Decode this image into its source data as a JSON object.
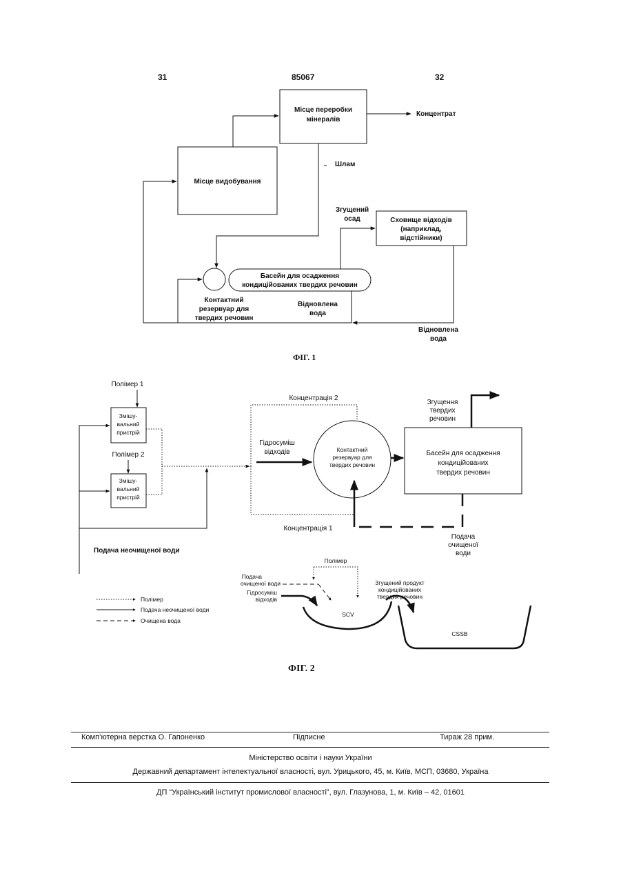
{
  "header": {
    "page_left": "31",
    "patent_no": "85067",
    "page_right": "32"
  },
  "fig1": {
    "processing": [
      "Місце переробки",
      "мінералів"
    ],
    "concentrate": "Концентрат",
    "mining": "Місце видобування",
    "sludge": "Шлам",
    "thickened": [
      "Згущений",
      "осад"
    ],
    "storage": [
      "Сховище відходів",
      "(наприклад,",
      "відстійники)"
    ],
    "basin": [
      "Басейн для осадження",
      "кондиційованих твердих речовин"
    ],
    "contact": [
      "Контактний",
      "резервуар для",
      "твердих речовин"
    ],
    "recovered1": [
      "Відновлена",
      "вода"
    ],
    "recovered2": [
      "Відновлена",
      "вода"
    ],
    "caption": "ФІГ. 1"
  },
  "fig2": {
    "polymer1": "Полімер 1",
    "mixer1": [
      "Змішу-",
      "вальний",
      "пристрій"
    ],
    "polymer2": "Полімер 2",
    "mixer2": [
      "Змішу-",
      "вальний",
      "пристрій"
    ],
    "conc2": "Концентрація 2",
    "conc1": "Концентрація 1",
    "slurry": [
      "Гідросуміш",
      "відходів"
    ],
    "contact": [
      "Контактний",
      "резервуар для",
      "твердих речовин"
    ],
    "thickening": [
      "Згущення",
      "твердих",
      "речовин"
    ],
    "basin": [
      "Басейн для осадження",
      "кондиційованих",
      "твердих речовин"
    ],
    "raw_water": "Подача неочищеної води",
    "clean_water_feed": [
      "Подача",
      "очищеної",
      "води"
    ],
    "legend": {
      "polymer": "Полімер",
      "raw": "Подача неочищеної води",
      "clean": "Очищена вода"
    },
    "inset": {
      "polymer": "Полімер",
      "clean_feed": [
        "Подача",
        "очищеної води"
      ],
      "slurry": [
        "Гідросуміш",
        "відходів"
      ],
      "product": [
        "Згущений продукт",
        "кондиційованих",
        "твердих речовин"
      ],
      "scv": "SCV",
      "cssb": "CSSB"
    },
    "caption": "ФІГ. 2"
  },
  "footer": {
    "layout": "Комп’ютерна верстка О. Гапоненко",
    "signed": "Підписне",
    "run": "Тираж 28 прим.",
    "ministry": "Міністерство освіти і науки України",
    "dept": "Державний департамент інтелектуальної власності, вул. Урицького, 45, м. Київ, МСП, 03680, Україна",
    "institute": "ДП “Український інститут промислової власності”, вул. Глазунова, 1, м. Київ – 42, 01601"
  }
}
